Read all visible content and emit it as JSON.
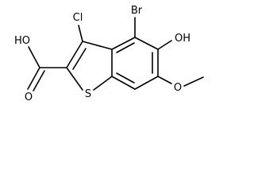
{
  "molecule": {
    "atoms": {
      "Br": "Br",
      "Cl": "Cl",
      "OH_phenol": "OH",
      "S": "S",
      "HO_acid": "HO",
      "O_carbonyl": "O",
      "O_methoxy": "O"
    },
    "bond_color": "#000000",
    "background": "#ffffff"
  }
}
